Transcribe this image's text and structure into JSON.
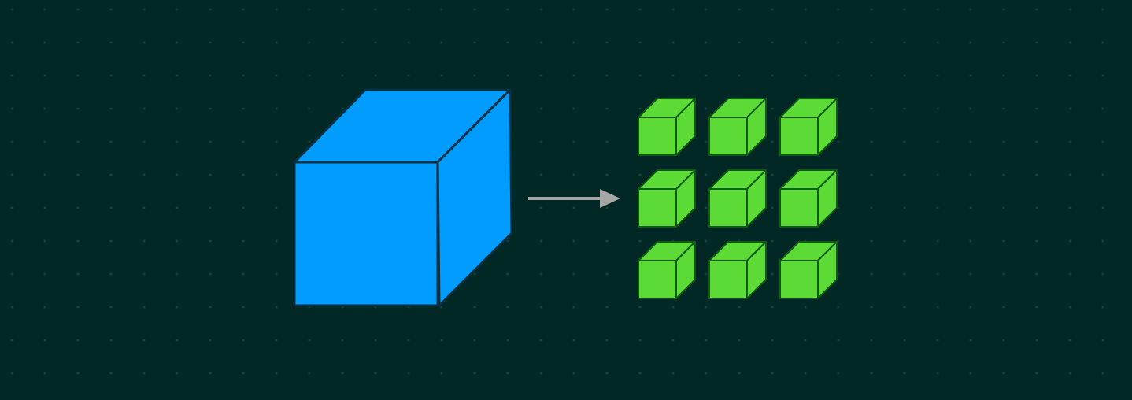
{
  "colors": {
    "background": "#012824",
    "grid_dot": "#1f3d38",
    "big_cube_face": "#009cff",
    "big_cube_edge": "#073140",
    "small_cube_face": "#5cdb37",
    "small_cube_edge": "#0e5a15",
    "arrow": "#a6a6a6"
  },
  "diagram": {
    "source": {
      "shape": "cube",
      "count": 1
    },
    "connector": {
      "shape": "arrow",
      "direction": "right"
    },
    "target": {
      "shape": "cube",
      "rows": 3,
      "columns": 3
    }
  }
}
